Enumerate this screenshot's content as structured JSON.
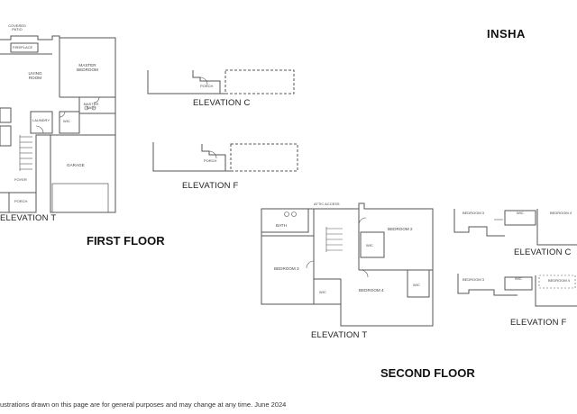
{
  "brand": "INSHA",
  "first_floor": {
    "title": "FIRST FLOOR",
    "elevation_t": "ELEVATION T",
    "elevation_c": "ELEVATION C",
    "elevation_f": "ELEVATION F",
    "rooms": {
      "covered_patio": "COVERED PATIO",
      "fireplace": "FIREPLACE",
      "living_room": "LIVING ROOM",
      "master_bedroom": "MASTER BEDROOM",
      "master_bath": "MASTER BATH",
      "laundry": "LAUNDRY",
      "wic": "WIC",
      "garage": "GARAGE",
      "foyer": "FOYER",
      "porch": "PORCH",
      "porch_c": "PORCH",
      "porch_f": "PORCH"
    }
  },
  "second_floor": {
    "title": "SECOND FLOOR",
    "elevation_t": "ELEVATION T",
    "elevation_c": "ELEVATION C",
    "elevation_f": "ELEVATION F",
    "rooms": {
      "attic_access": "ATTIC ACCESS",
      "bath": "BATH",
      "bedroom2": "BEDROOM 2",
      "bedroom3": "BEDROOM 3",
      "bedroom4": "BEDROOM 4",
      "wic_a": "WIC",
      "wic_b": "WIC",
      "wic_c": "WIC",
      "bedroom3_c": "BEDROOM 3",
      "wic_c2": "WIC",
      "bedroom4_c": "BEDROOM 4",
      "bedroom3_f": "BEDROOM 3",
      "wic_f": "WIC",
      "bedroom4_f": "BEDROOM 4"
    }
  },
  "footnote": "ustrations drawn on this page are for general purposes and may change at any time. June 2024"
}
